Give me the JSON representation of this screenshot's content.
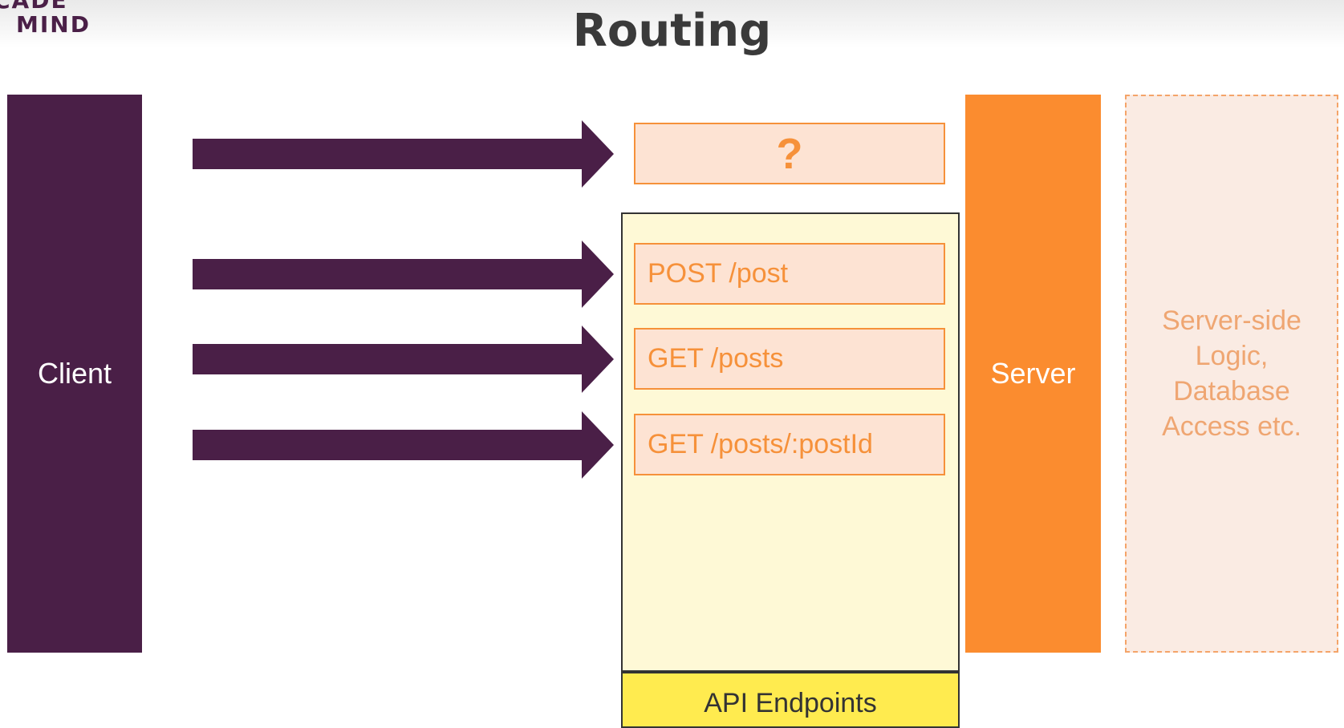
{
  "header": {
    "logo_line1": "CADE",
    "logo_line2": "MIND",
    "title": "Routing"
  },
  "diagram": {
    "client_label": "Client",
    "unknown_route_label": "?",
    "routes": [
      {
        "label": "POST /post"
      },
      {
        "label": "GET /posts"
      },
      {
        "label": "GET /posts/:postId"
      }
    ],
    "api_endpoints_label": "API Endpoints",
    "server_label": "Server",
    "server_logic_label": "Server-side Logic, Database Access etc."
  },
  "colors": {
    "client": "#4a1f47",
    "arrow": "#4a1f47",
    "route_fill": "#fde3d3",
    "route_border": "#f6913a",
    "api_box": "#fef9d6",
    "api_label": "#ffeb4f",
    "server": "#fb8c2f",
    "logic_fill": "#faebe3"
  }
}
